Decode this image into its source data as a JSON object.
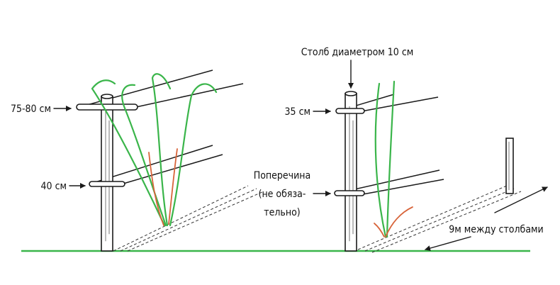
{
  "labels": {
    "left_top": "75-80 см",
    "left_bottom": "40 см",
    "post_diameter": "Столб диаметром 10 см",
    "right_top": "35 см",
    "crossbar_line1": "Поперечина",
    "crossbar_line2": "(не обяза-",
    "crossbar_line3": "тельно)",
    "spacing": "9м между столбами"
  },
  "colors": {
    "ground": "#3ab54a",
    "shoots_green": "#3ab54a",
    "shoots_red": "#d8643a",
    "ink": "#1a1a1a"
  }
}
